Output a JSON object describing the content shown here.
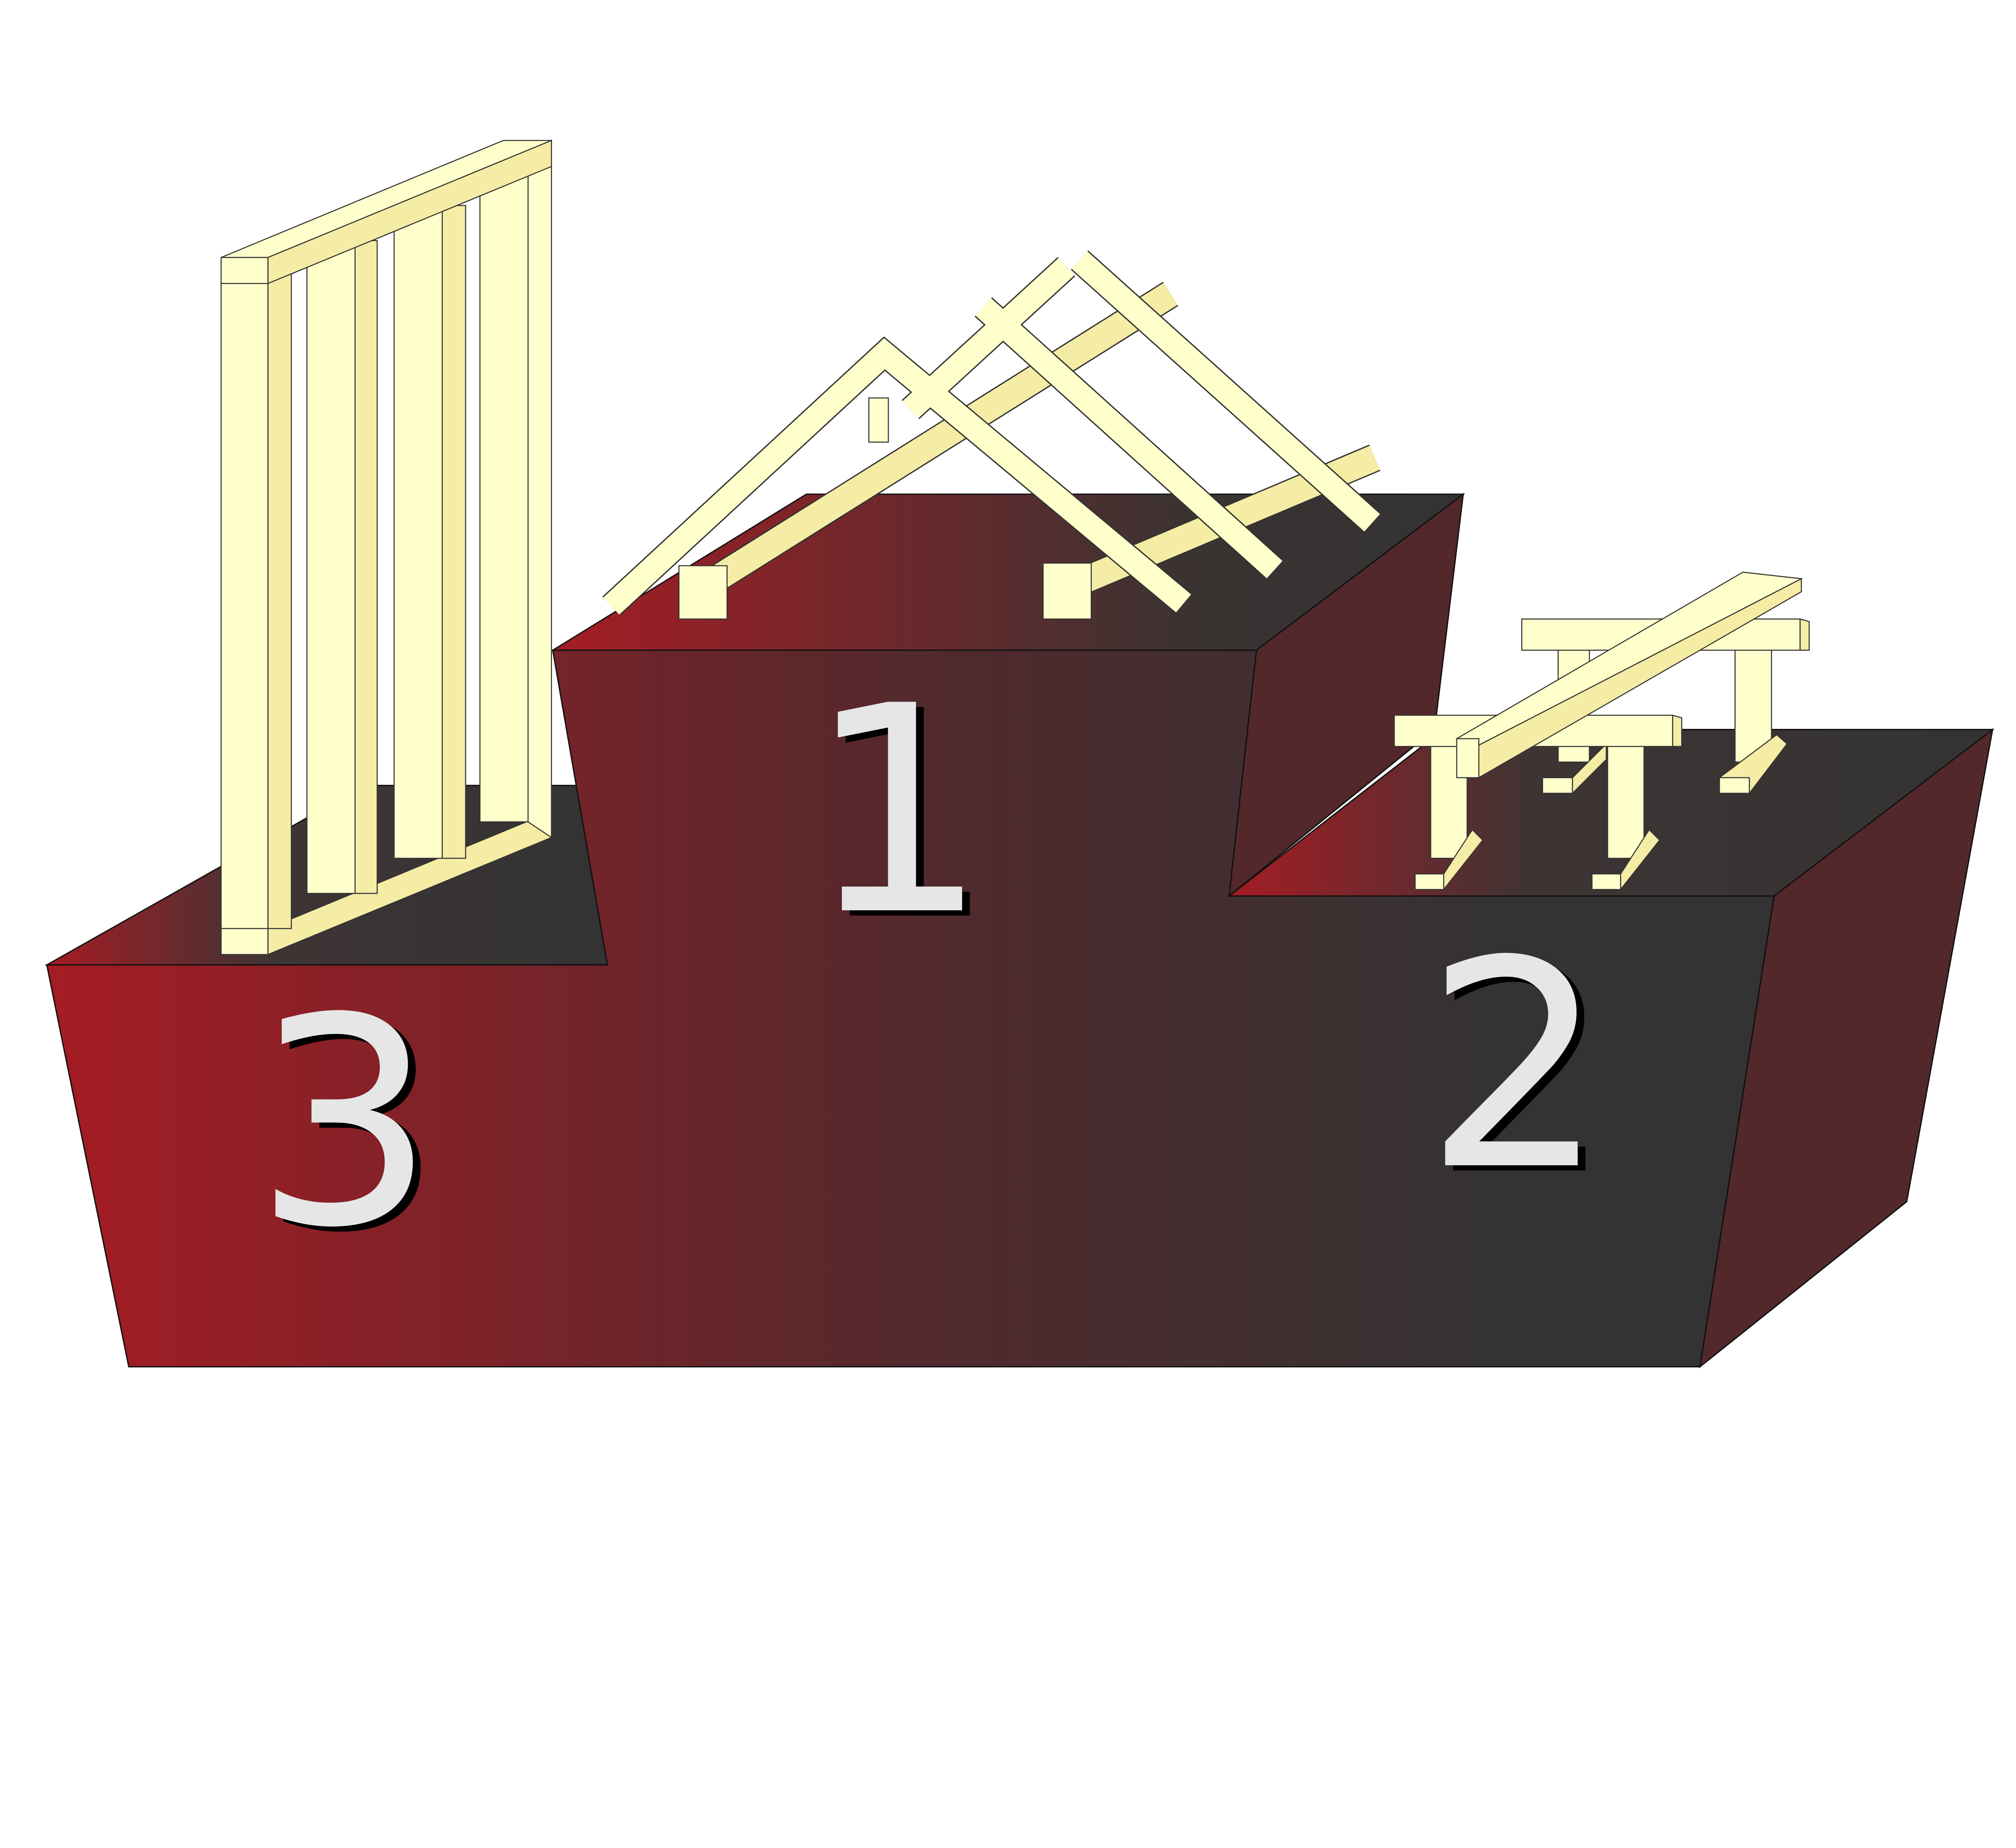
{
  "podium": {
    "places": [
      {
        "label": "1"
      },
      {
        "label": "2"
      },
      {
        "label": "3"
      }
    ]
  },
  "colors": {
    "podium_left": "#a51c24",
    "podium_right": "#333333",
    "top_dark": "#33302e",
    "wood_light": "#ffffcc",
    "wood_shade": "#f5eca5",
    "number_fill": "#e6e6e6",
    "number_shadow": "#000000"
  },
  "objects": [
    "wall-frame",
    "roof-trusses",
    "sawhorses-with-plank"
  ]
}
